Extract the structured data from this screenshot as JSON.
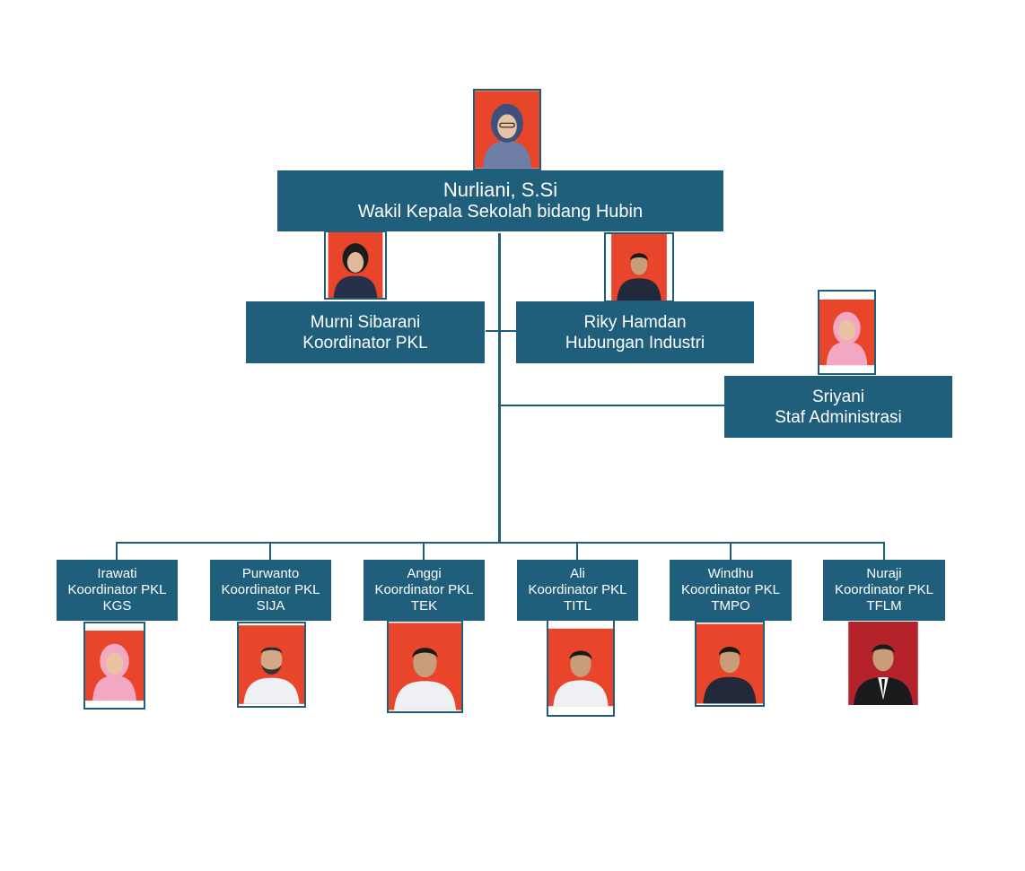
{
  "head": {
    "name": "Nurliani, S.Si",
    "title": "Wakil Kepala Sekolah bidang Hubin"
  },
  "staff": [
    {
      "name": "Murni Sibarani",
      "title": "Koordinator PKL"
    },
    {
      "name": "Riky Hamdan",
      "title": "Hubungan Industri"
    },
    {
      "name": "Sriyani",
      "title": "Staf Administrasi"
    }
  ],
  "coordinators": [
    {
      "name": "Irawati",
      "title": "Koordinator PKL",
      "program": "KGS"
    },
    {
      "name": "Purwanto",
      "title": "Koordinator PKL",
      "program": "SIJA"
    },
    {
      "name": "Anggi",
      "title": "Koordinator PKL",
      "program": "TEK"
    },
    {
      "name": "Ali",
      "title": "Koordinator PKL",
      "program": "TITL"
    },
    {
      "name": "Windhu",
      "title": "Koordinator PKL",
      "program": "TMPO"
    },
    {
      "name": "Nuraji",
      "title": "Koordinator PKL",
      "program": "TFLM"
    }
  ],
  "colors": {
    "box": "#1f5f7c",
    "photo_red": "#e8452a",
    "photo_maroon": "#b5232a"
  }
}
